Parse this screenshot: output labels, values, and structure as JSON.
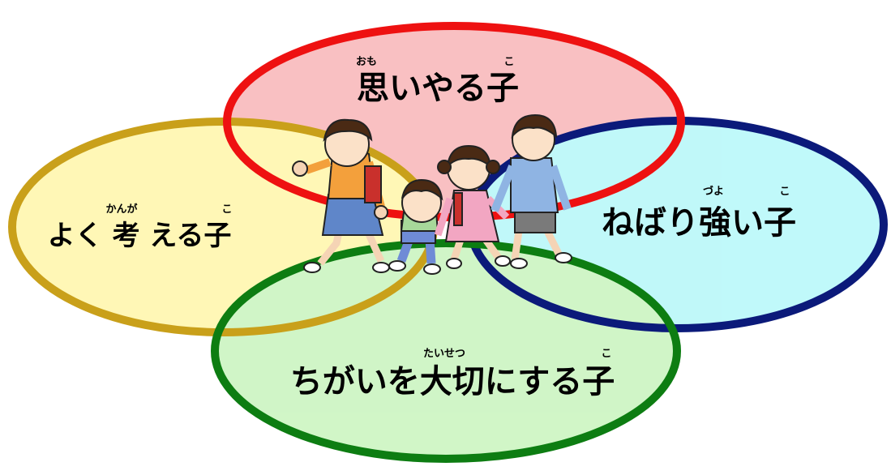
{
  "diagram": {
    "circles": [
      {
        "id": "omoiyaru",
        "label": "思いやる子",
        "ruby": [
          {
            "text": "おも"
          },
          {
            "text": "こ"
          }
        ],
        "stroke_color": "#ee1111",
        "fill_color": "#f7a8ab"
      },
      {
        "id": "yoku-kangaeru",
        "label": "よく 考 える子",
        "ruby": [
          {
            "text": "かんが"
          },
          {
            "text": "こ"
          }
        ],
        "stroke_color": "#c9a01a",
        "fill_color": "#fff49a"
      },
      {
        "id": "nebarizuyoi",
        "label": "ねばり強い子",
        "ruby": [
          {
            "text": "づよ"
          },
          {
            "text": "こ"
          }
        ],
        "stroke_color": "#0b1a7a",
        "fill_color": "#a8f6f8"
      },
      {
        "id": "chigai-taisetsu",
        "label": "ちがいを大切にする子",
        "ruby": [
          {
            "text": "たいせつ"
          },
          {
            "text": "こ"
          }
        ],
        "stroke_color": "#0d7d12",
        "fill_color": "#bff2b2"
      }
    ],
    "illustration": "four-children-walking"
  }
}
